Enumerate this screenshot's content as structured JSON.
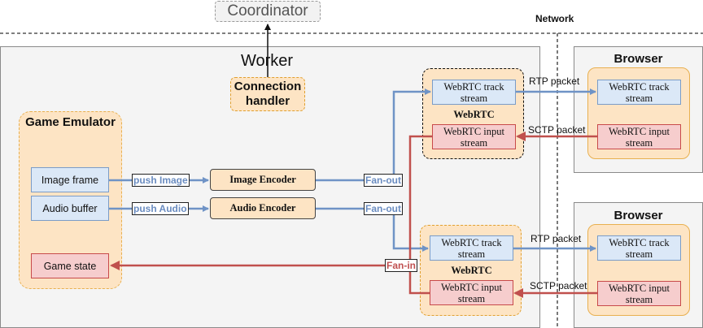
{
  "labels": {
    "coordinator": "Coordinator",
    "network": "Network",
    "worker": "Worker",
    "connection_handler": "Connection handler",
    "game_emulator": "Game Emulator",
    "image_frame": "Image frame",
    "audio_buffer": "Audio buffer",
    "game_state": "Game state",
    "push_image": "push Image",
    "push_audio": "push Audio",
    "image_encoder": "Image Encoder",
    "audio_encoder": "Audio Encoder",
    "fan_out": "Fan-out",
    "fan_in": "Fan-in",
    "webrtc": "WebRTC",
    "webrtc_track_stream": "WebRTC track stream",
    "webrtc_input_stream": "WebRTC input stream",
    "rtp_packet": "RTP packet",
    "sctp_packet": "SCTP packet",
    "browser": "Browser"
  },
  "colors": {
    "video_path": "#6f93c6",
    "input_path": "#c0504d",
    "component_fill": "#fde4c4",
    "component_border": "#e0a030",
    "track_fill": "#dbe8f7",
    "input_fill": "#f6cdcd"
  }
}
